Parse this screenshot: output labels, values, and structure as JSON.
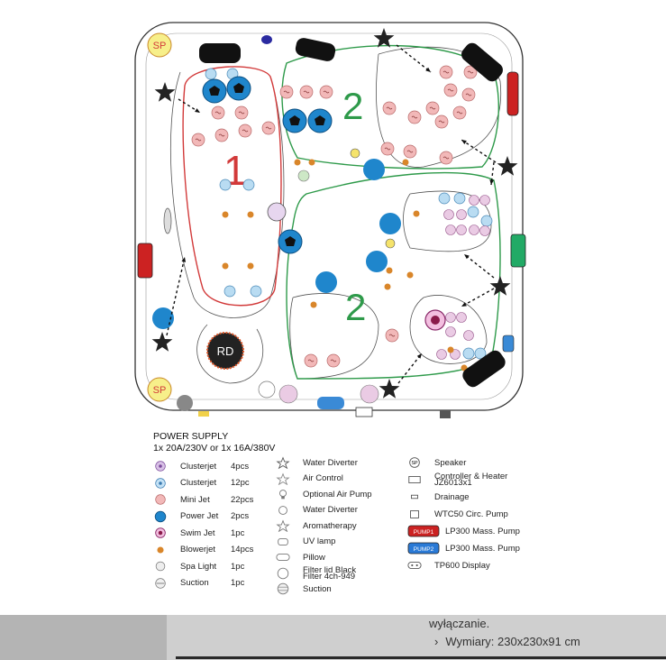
{
  "diagram": {
    "zone_labels": [
      "1",
      "2",
      "2"
    ],
    "rd_label": "RD",
    "sp_label": "SP"
  },
  "power_supply": {
    "title": "POWER SUPPLY",
    "subtitle": "1x 20A/230V or 1x 16A/380V"
  },
  "legend_left": [
    {
      "name": "Clusterjet",
      "qty": "4pcs",
      "icon": "clusterjet-purple-icon"
    },
    {
      "name": "Clusterjet",
      "qty": "12pc",
      "icon": "clusterjet-blue-icon"
    },
    {
      "name": "Mini Jet",
      "qty": "22pcs",
      "icon": "mini-jet-icon"
    },
    {
      "name": "Power Jet",
      "qty": "2pcs",
      "icon": "power-jet-icon"
    },
    {
      "name": "Swim Jet",
      "qty": "1pc",
      "icon": "swim-jet-icon"
    },
    {
      "name": "Blowerjet",
      "qty": "14pcs",
      "icon": "blowerjet-icon"
    },
    {
      "name": "Spa Light",
      "qty": "1pc",
      "icon": "spa-light-icon"
    },
    {
      "name": "Suction",
      "qty": "1pc",
      "icon": "suction-icon"
    }
  ],
  "legend_mid": [
    {
      "name": "Water Diverter",
      "icon": "water-diverter-star-icon"
    },
    {
      "name": "Air Control",
      "icon": "air-control-icon"
    },
    {
      "name": "Optional Air Pump",
      "icon": "optional-air-pump-icon"
    },
    {
      "name": "Water Diverter",
      "icon": "water-diverter-icon"
    },
    {
      "name": "Aromatherapy",
      "icon": "aromatherapy-icon"
    },
    {
      "name": "UV lamp",
      "icon": "uv-lamp-icon"
    },
    {
      "name": "Pillow",
      "icon": "pillow-icon"
    },
    {
      "name": "Filter lid Black",
      "name2": "Filter 4ch-949",
      "icon": "filter-lid-icon"
    },
    {
      "name": "Suction",
      "icon": "suction-large-icon"
    }
  ],
  "legend_right": [
    {
      "name": "Speaker",
      "icon": "speaker-icon"
    },
    {
      "name": "Controller & Heater",
      "name2": "JZ6013x1",
      "icon": "controller-heater-icon"
    },
    {
      "name": "Drainage",
      "icon": "drainage-icon"
    },
    {
      "name": "WTC50 Circ. Pump",
      "icon": "circ-pump-icon"
    },
    {
      "name": "LP300 Mass. Pump",
      "icon": "mass-pump-red-icon",
      "badge": "PUMP1"
    },
    {
      "name": "LP300 Mass. Pump",
      "icon": "mass-pump-blue-icon",
      "badge": "PUMP2"
    },
    {
      "name": "TP600 Display",
      "icon": "display-icon"
    }
  ],
  "footer": {
    "line1": "wyłączanie.",
    "line2": "Wymiary: 230x230x91 cm",
    "chevron": "›"
  },
  "colors": {
    "zone1": "#d23a3a",
    "zone2": "#2e9a4a",
    "power_jet": "#1f86cc",
    "mini_jet": "#f2b8b8",
    "blower": "#d9862a",
    "clusterjet_blue": "#b9dcf2"
  }
}
